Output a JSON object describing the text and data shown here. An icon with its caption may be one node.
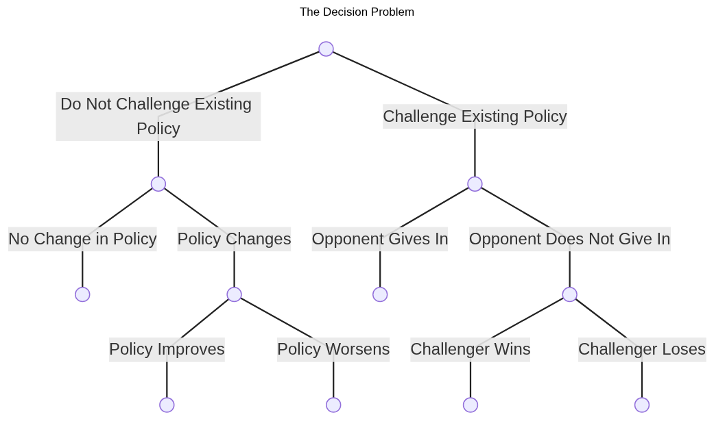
{
  "diagram": {
    "title": "The Decision Problem",
    "nodes": [
      {
        "text": [],
        "shape": "circle"
      },
      {
        "text": [],
        "shape": "circle"
      },
      {
        "text": [],
        "shape": "circle"
      },
      {
        "text": [],
        "shape": "circle"
      },
      {
        "text": [],
        "shape": "circle"
      },
      {
        "text": [],
        "shape": "circle"
      },
      {
        "text": [],
        "shape": "circle"
      },
      {
        "text": [],
        "shape": "circle"
      },
      {
        "text": [],
        "shape": "circle"
      },
      {
        "text": [],
        "shape": "circle"
      },
      {
        "text": [],
        "shape": "circle"
      }
    ],
    "edges": [
      {
        "from": 0,
        "to": 1,
        "arrow": "none",
        "label": "Do Not Challenge Existing Policy"
      },
      {
        "from": 0,
        "to": 2,
        "arrow": "none",
        "label": "Challenge Existing Policy"
      },
      {
        "from": 1,
        "to": 3,
        "arrow": "none",
        "label": "No Change in Policy"
      },
      {
        "from": 1,
        "to": 4,
        "arrow": "none",
        "label": "Policy Changes"
      },
      {
        "from": 4,
        "to": 5,
        "arrow": "none",
        "label": "Policy Improves"
      },
      {
        "from": 4,
        "to": 6,
        "arrow": "none",
        "label": "Policy Worsens"
      },
      {
        "from": 2,
        "to": 7,
        "arrow": "none",
        "label": "Opponent Gives In"
      },
      {
        "from": 2,
        "to": 8,
        "arrow": "none",
        "label": "Opponent Does Not Give In"
      },
      {
        "from": 8,
        "to": 9,
        "arrow": "none",
        "label": "Challenger Wins"
      },
      {
        "from": 8,
        "to": 10,
        "arrow": "none",
        "label": "Challenger Loses"
      }
    ]
  }
}
